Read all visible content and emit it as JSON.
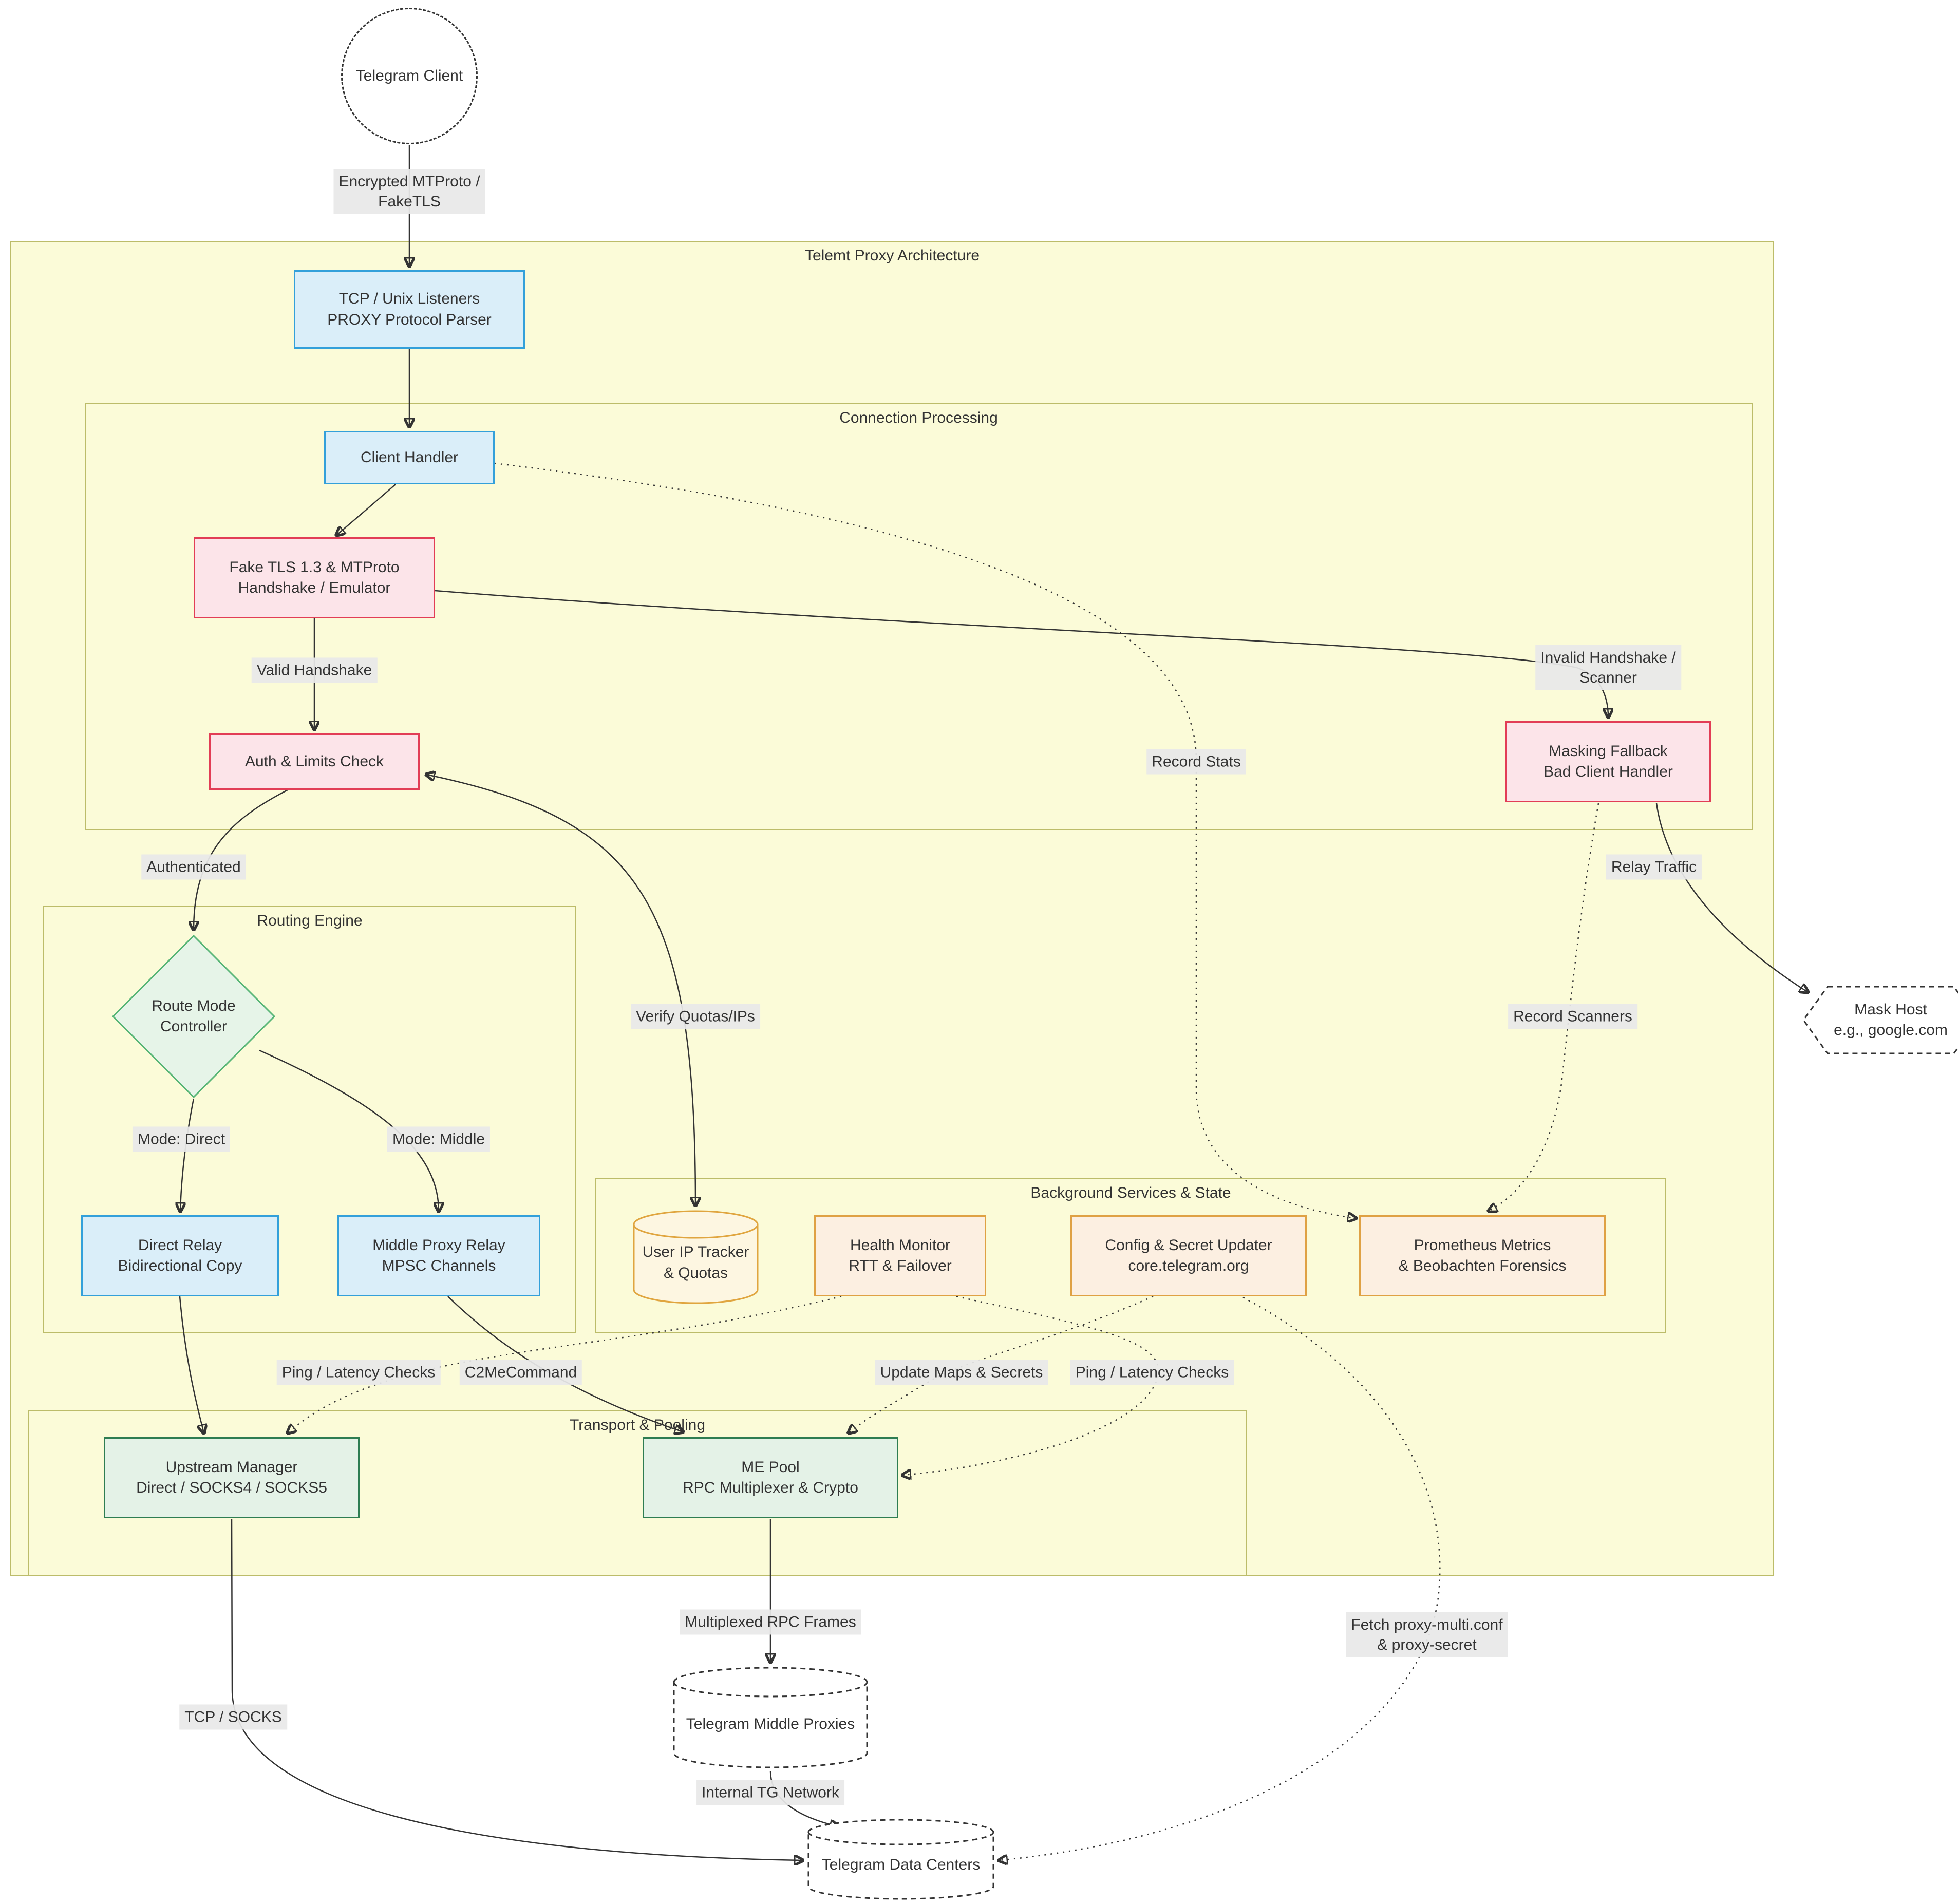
{
  "containers": {
    "outer": {
      "title": "Telemt Proxy Architecture"
    },
    "connection": {
      "title": "Connection Processing"
    },
    "routing": {
      "title": "Routing Engine"
    },
    "background": {
      "title": "Background Services & State"
    },
    "transport": {
      "title": "Transport & Pooling"
    }
  },
  "nodes": {
    "telegram_client": {
      "label": "Telegram Client"
    },
    "listeners": {
      "line1": "TCP / Unix Listeners",
      "line2": "PROXY Protocol Parser"
    },
    "client_handler": {
      "label": "Client Handler"
    },
    "fake_tls": {
      "line1": "Fake TLS 1.3 & MTProto",
      "line2": "Handshake / Emulator"
    },
    "auth": {
      "label": "Auth & Limits Check"
    },
    "masking": {
      "line1": "Masking Fallback",
      "line2": "Bad Client Handler"
    },
    "route_mode": {
      "line1": "Route Mode",
      "line2": "Controller"
    },
    "direct_relay": {
      "line1": "Direct Relay",
      "line2": "Bidirectional Copy"
    },
    "middle_relay": {
      "line1": "Middle Proxy Relay",
      "line2": "MPSC Channels"
    },
    "mask_host": {
      "line1": "Mask Host",
      "line2": "e.g., google.com"
    },
    "ip_tracker": {
      "line1": "User IP Tracker",
      "line2": "& Quotas"
    },
    "health": {
      "line1": "Health Monitor",
      "line2": "RTT & Failover"
    },
    "config": {
      "line1": "Config & Secret Updater",
      "line2": "core.telegram.org"
    },
    "prometheus": {
      "line1": "Prometheus Metrics",
      "line2": "& Beobachten Forensics"
    },
    "upstream": {
      "line1": "Upstream Manager",
      "line2": "Direct / SOCKS4 / SOCKS5"
    },
    "me_pool": {
      "line1": "ME Pool",
      "line2": "RPC Multiplexer & Crypto"
    },
    "middle_proxies": {
      "label": "Telegram Middle Proxies"
    },
    "data_centers": {
      "label": "Telegram Data Centers"
    }
  },
  "edge_labels": {
    "encrypted": {
      "line1": "Encrypted MTProto /",
      "line2": "FakeTLS"
    },
    "valid_handshake": {
      "label": "Valid Handshake"
    },
    "invalid_handshake": {
      "line1": "Invalid Handshake /",
      "line2": "Scanner"
    },
    "record_stats": {
      "label": "Record Stats"
    },
    "authenticated": {
      "label": "Authenticated"
    },
    "relay_traffic": {
      "label": "Relay Traffic"
    },
    "verify_quotas": {
      "label": "Verify Quotas/IPs"
    },
    "record_scanners": {
      "label": "Record Scanners"
    },
    "mode_direct": {
      "label": "Mode: Direct"
    },
    "mode_middle": {
      "label": "Mode: Middle"
    },
    "ping_left": {
      "label": "Ping / Latency Checks"
    },
    "c2me": {
      "label": "C2MeCommand"
    },
    "update_maps": {
      "label": "Update Maps & Secrets"
    },
    "ping_right": {
      "label": "Ping / Latency Checks"
    },
    "multiplexed": {
      "label": "Multiplexed RPC Frames"
    },
    "tcp_socks": {
      "label": "TCP / SOCKS"
    },
    "fetch_proxy": {
      "line1": "Fetch proxy-multi.conf",
      "line2": "& proxy-secret"
    },
    "internal_tg": {
      "label": "Internal TG Network"
    }
  },
  "colors": {
    "cluster_fill": "#fbfbd8",
    "cluster_border": "#bcbc6a",
    "blue_fill": "#daeef9",
    "blue_border": "#33a0da",
    "red_fill": "#fce4e9",
    "red_border": "#e23d56",
    "green_fill": "#e4f2e7",
    "green_border": "#2e7d52",
    "orange_fill": "#fcefe1",
    "orange_border": "#dfa144",
    "edge_stroke": "#333333",
    "edge_label_bg": "#e8e8e8"
  }
}
